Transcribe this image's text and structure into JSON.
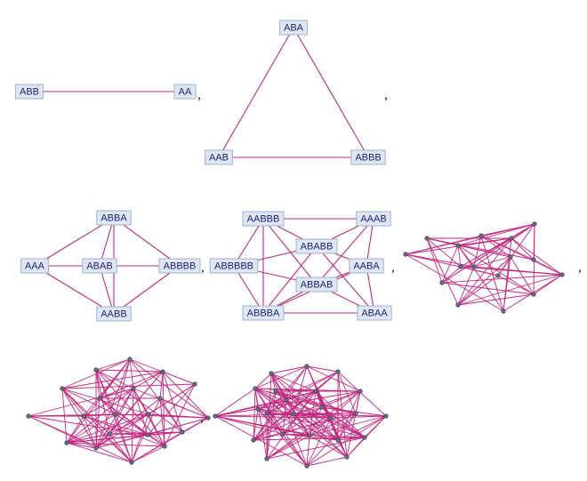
{
  "separator": ",",
  "graphs": [
    {
      "id": "g1",
      "vertices": [
        "ABB",
        "AA"
      ],
      "edges": [
        [
          0,
          1
        ]
      ]
    },
    {
      "id": "g2",
      "vertices": [
        "ABA",
        "AAB",
        "ABBB"
      ],
      "edges": [
        [
          0,
          1
        ],
        [
          0,
          2
        ],
        [
          1,
          2
        ]
      ]
    },
    {
      "id": "g3",
      "vertices": [
        "ABBA",
        "AAA",
        "ABAB",
        "ABBBB",
        "AABB"
      ],
      "edges": [
        [
          0,
          1
        ],
        [
          0,
          2
        ],
        [
          0,
          3
        ],
        [
          0,
          4
        ],
        [
          1,
          2
        ],
        [
          1,
          4
        ],
        [
          2,
          3
        ],
        [
          2,
          4
        ],
        [
          3,
          4
        ]
      ]
    },
    {
      "id": "g4",
      "vertices": [
        "AABBB",
        "AAAB",
        "ABABB",
        "ABBBBB",
        "AABA",
        "ABBAB",
        "ABBBA",
        "ABAA"
      ],
      "edges": [
        [
          0,
          1
        ],
        [
          0,
          2
        ],
        [
          0,
          3
        ],
        [
          0,
          5
        ],
        [
          0,
          6
        ],
        [
          1,
          2
        ],
        [
          1,
          4
        ],
        [
          1,
          5
        ],
        [
          2,
          3
        ],
        [
          2,
          4
        ],
        [
          2,
          6
        ],
        [
          3,
          5
        ],
        [
          3,
          6
        ],
        [
          4,
          5
        ],
        [
          4,
          6
        ],
        [
          4,
          7
        ],
        [
          5,
          6
        ],
        [
          5,
          7
        ],
        [
          6,
          7
        ],
        [
          2,
          7
        ]
      ]
    },
    {
      "id": "g5",
      "vertices": [],
      "edges": []
    },
    {
      "id": "g6",
      "vertices": [],
      "edges": []
    },
    {
      "id": "g7",
      "vertices": [],
      "edges": []
    }
  ]
}
